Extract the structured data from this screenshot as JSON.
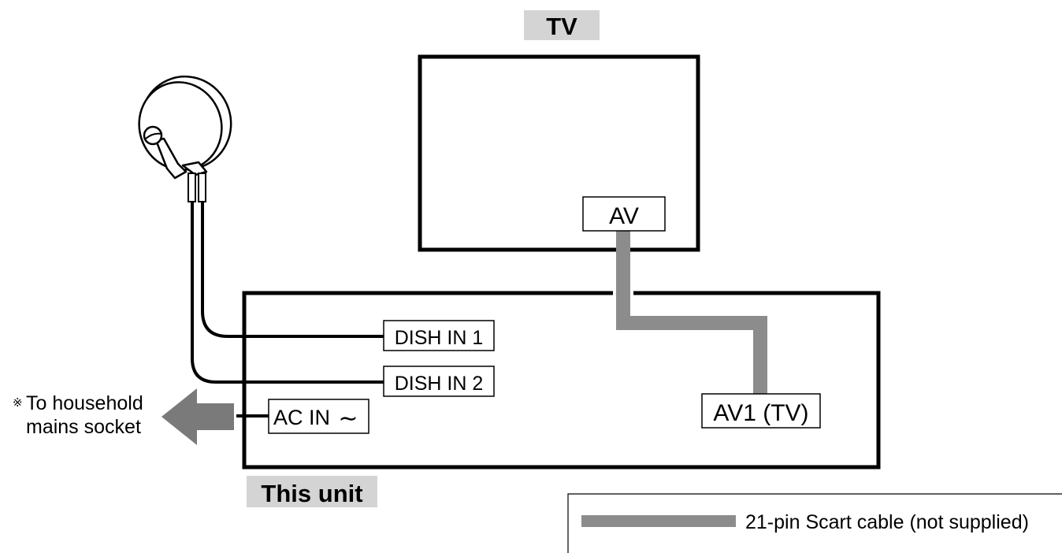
{
  "tv": {
    "title": "TV",
    "port": "AV"
  },
  "unit": {
    "title": "This unit",
    "ports": {
      "dish_in_1": "DISH IN 1",
      "dish_in_2": "DISH IN 2",
      "ac_in": "AC IN",
      "ac_symbol": "∼",
      "av1": "AV1 (TV)"
    }
  },
  "mains": {
    "asterisk": "※",
    "line1": "To household",
    "line2": "mains socket"
  },
  "legend": {
    "label": "21-pin Scart cable (not supplied)"
  },
  "colors": {
    "scart_cable": "#8c8c8c",
    "label_highlight": "#d4d4d4",
    "arrow": "#7a7a7a",
    "outline": "#000000"
  },
  "icons": {
    "dish": "satellite-dish-icon"
  }
}
